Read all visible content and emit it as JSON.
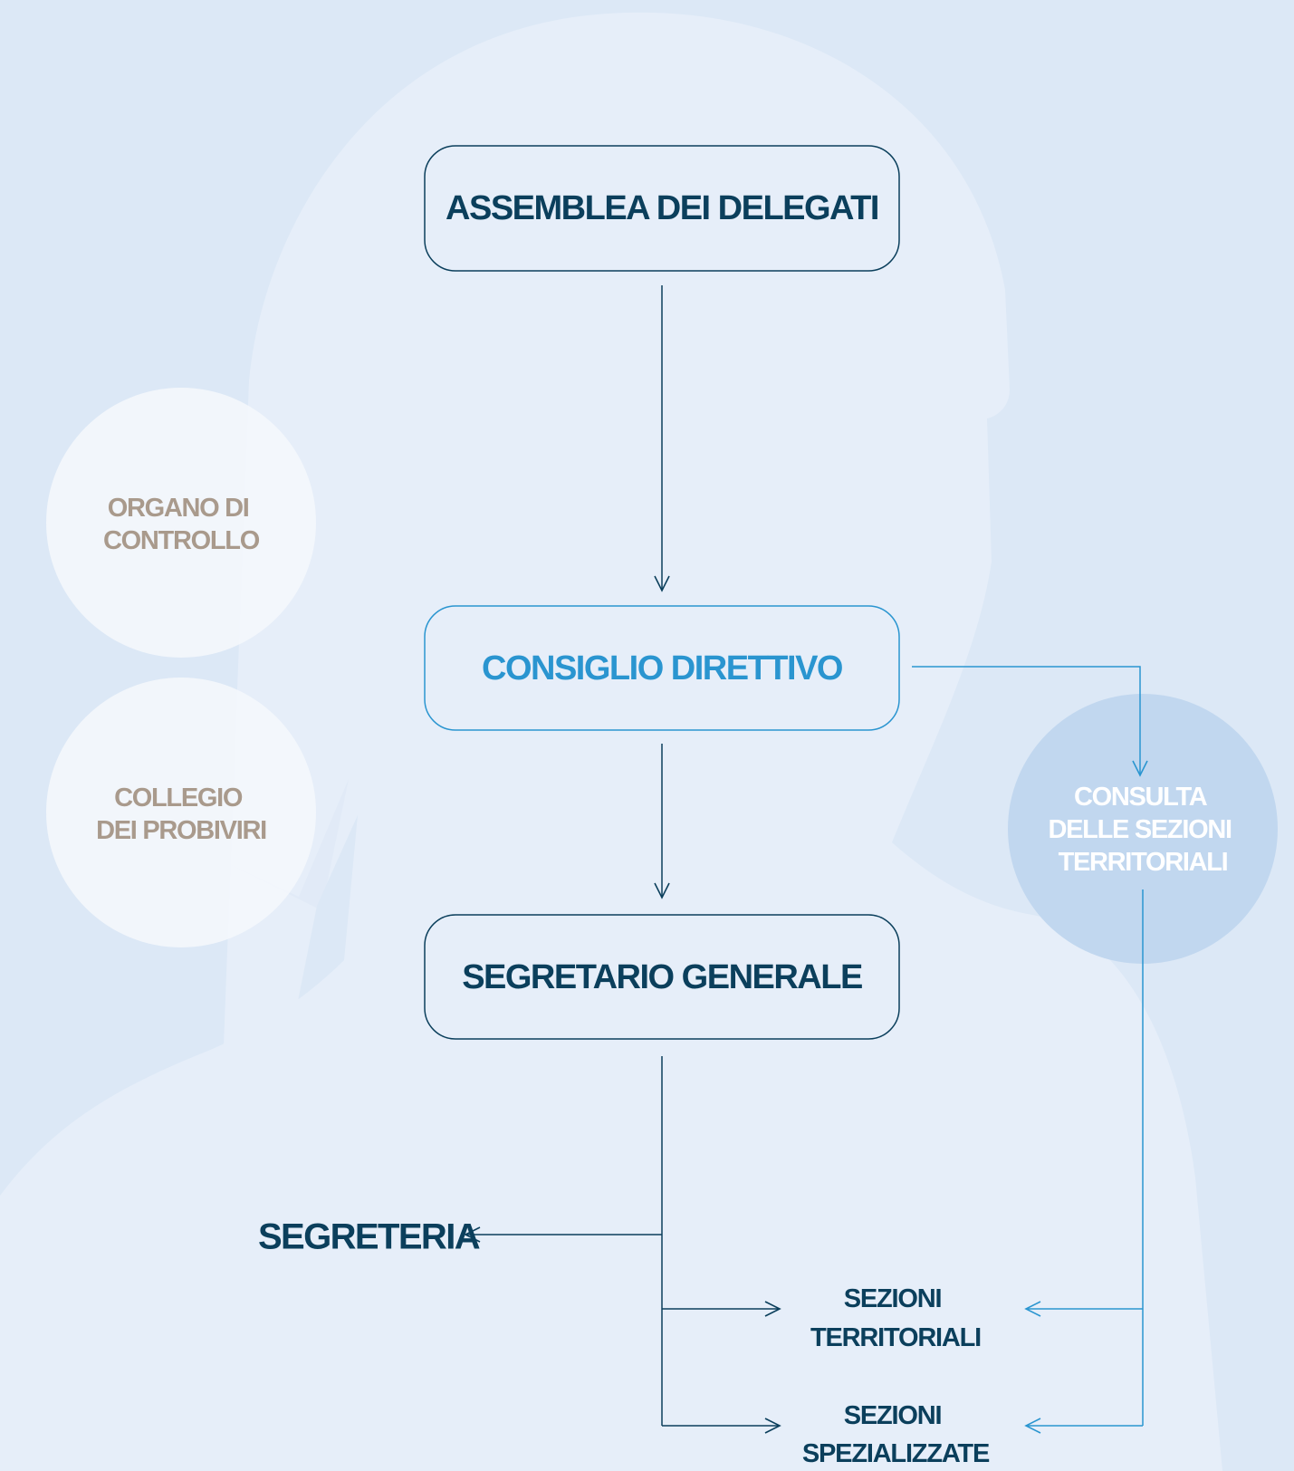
{
  "colors": {
    "background": "#dce8f6",
    "silhouette": "#e6eef9",
    "dark_navy": "#0b3f5c",
    "accent_blue": "#2a95d0",
    "beige_text": "#a99a8c",
    "circle_light": "#f4f7fc",
    "circle_consulta": "#c1d7ef"
  },
  "nodes": {
    "assemblea": "ASSEMBLEA DEI DELEGATI",
    "consiglio": "CONSIGLIO DIRETTIVO",
    "segretario": "SEGRETARIO GENERALE",
    "organo": [
      "ORGANO DI",
      "CONTROLLO"
    ],
    "collegio": [
      "COLLEGIO",
      "DEI PROBIVIRI"
    ],
    "consulta": [
      "CONSULTA",
      "DELLE SEZIONI",
      "TERRITORIALI"
    ],
    "segreteria": "SEGRETERIA",
    "sezioni_territoriali": [
      "SEZIONI",
      "TERRITORIALI"
    ],
    "sezioni_specializzate": [
      "SEZIONI",
      "SPEZIALIZZATE"
    ]
  }
}
